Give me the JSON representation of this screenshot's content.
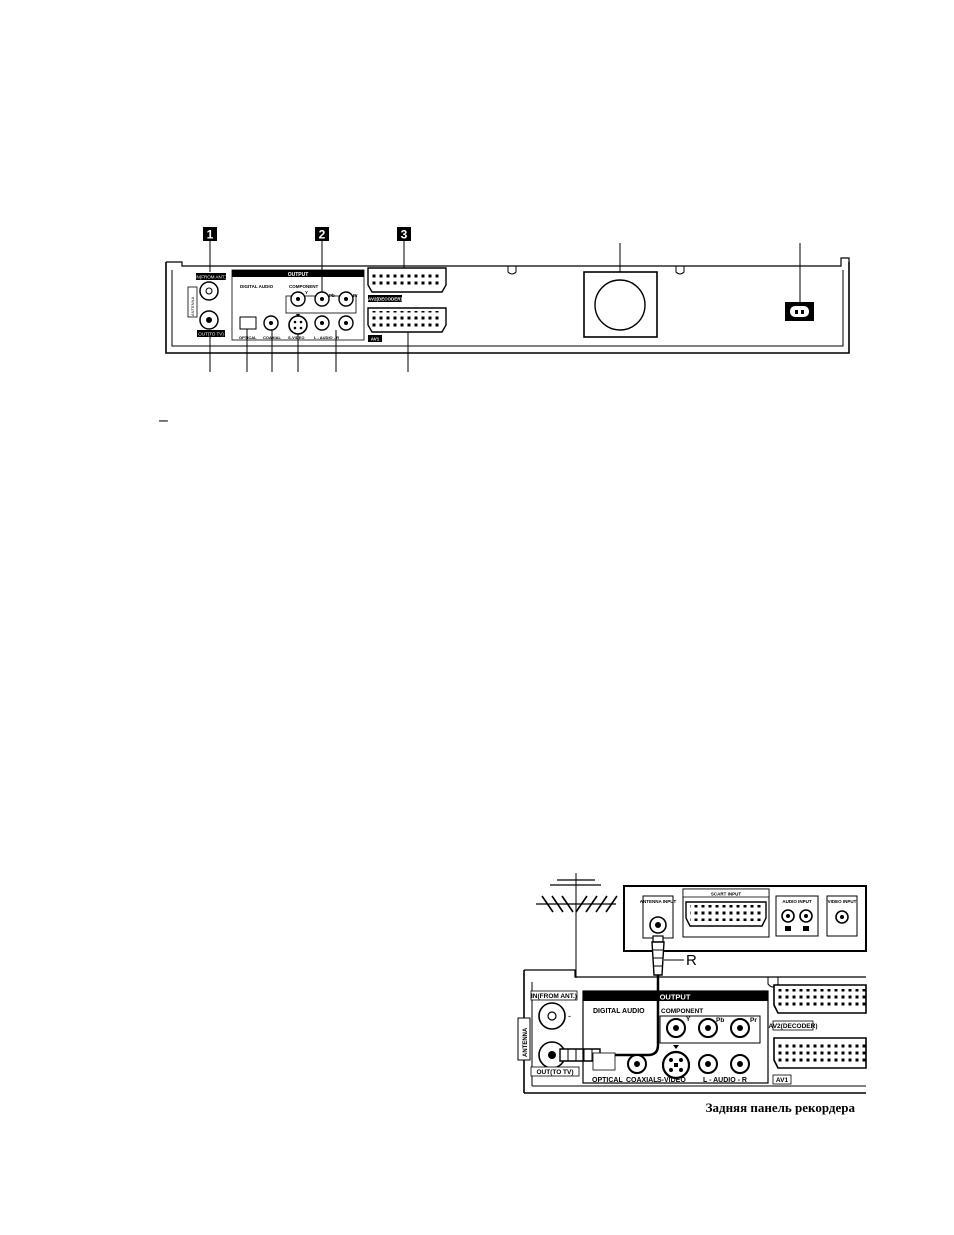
{
  "top_panel": {
    "callouts": [
      "1",
      "2",
      "3"
    ],
    "labels": {
      "in_from_ant": "IN(FROM ANT.)",
      "out_to_tv": "OUT(TO TV)",
      "antenna": "ANTENNA",
      "output": "OUTPUT",
      "digital_audio": "DIGITAL AUDIO",
      "component": "COMPONENT",
      "y": "Y",
      "pb": "Pb",
      "pr": "Pr",
      "optical": "OPTICAL",
      "coaxial": "COAXIAL",
      "s_video": "S-VIDEO",
      "audio_lr": "L - AUDIO - R",
      "av2": "AV2(DECODER)",
      "av1": "AV1"
    }
  },
  "mark": "–",
  "bottom_diagram": {
    "tv_panel": {
      "antenna_input": "ANTENNA INPUT",
      "scart_input": "SCART INPUT",
      "audio_input": "AUDIO INPUT",
      "video_input": "VIDEO INPUT"
    },
    "cable_label": "R",
    "recorder": {
      "in_from_ant": "IN(FROM ANT.)",
      "out_to_tv": "OUT(TO TV)",
      "antenna": "ANTENNA",
      "output": "OUTPUT",
      "digital_audio": "DIGITAL AUDIO",
      "component": "COMPONENT",
      "y": "Y",
      "pb": "Pb",
      "pr": "Pr",
      "optical": "OPTICAL",
      "coaxial": "COAXIAL",
      "s_video": "S-VIDEO",
      "audio_lr": "L - AUDIO - R",
      "av2": "AV2(DECODER)",
      "av1": "AV1"
    },
    "caption": "Задняя панель рекордера"
  }
}
